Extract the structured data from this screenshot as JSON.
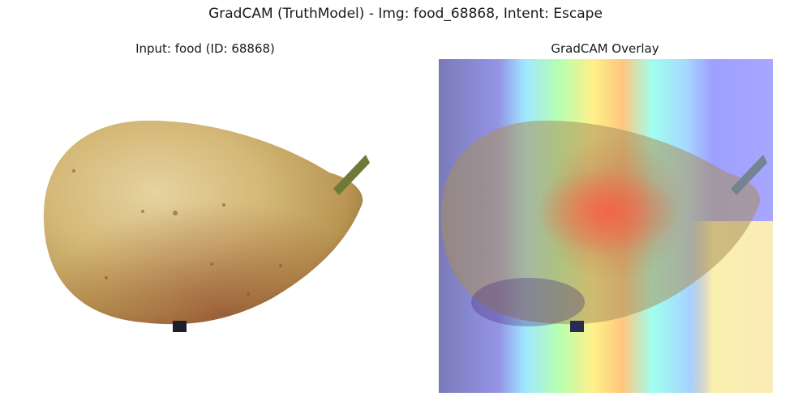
{
  "figure": {
    "suptitle": "GradCAM (TruthModel) - Img: food_68868, Intent: Escape",
    "left_title": "Input: food (ID: 68868)",
    "right_title": "GradCAM Overlay"
  }
}
